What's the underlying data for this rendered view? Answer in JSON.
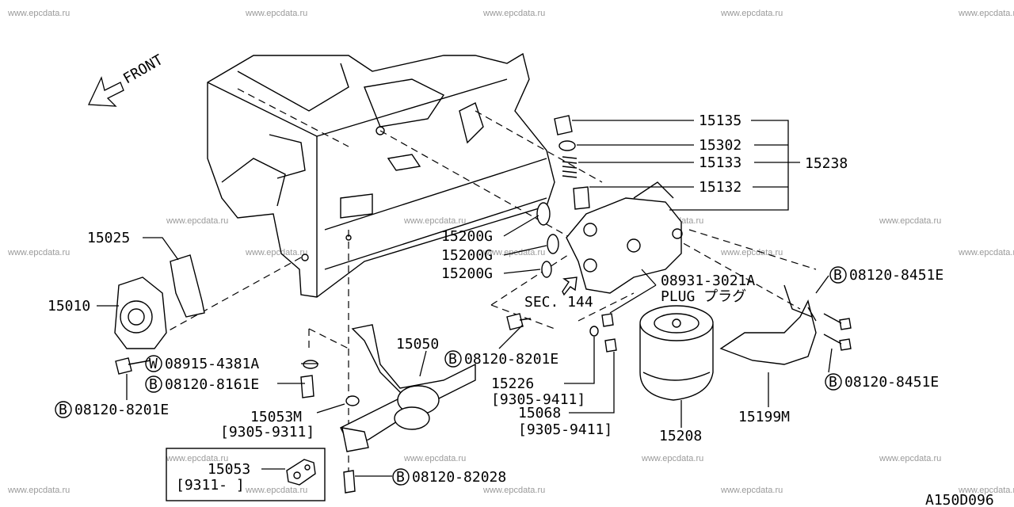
{
  "diagram": {
    "code": "A150D096",
    "front_label": "FRONT",
    "watermark": "www.epcdata.ru",
    "parts": {
      "p15135": "15135",
      "p15302": "15302",
      "p15133": "15133",
      "p15132": "15132",
      "p15238": "15238",
      "p15200a": "15200G",
      "p15200b": "15200G",
      "p15200c": "15200G",
      "p15025": "15025",
      "p15010": "15010",
      "p15050": "15050",
      "p15226": "15226",
      "p15226_range": "[9305-9411]",
      "p15068": "15068",
      "p15068_range": "[9305-9411]",
      "p15053m": "15053M",
      "p15053m_range": "[9305-9311]",
      "p15053": "15053",
      "p15053_range": "[9311-     ]",
      "p15208": "15208",
      "p15199m": "15199M",
      "sec144": "SEC. 144",
      "plug_code": "08931-3021A",
      "plug_text": "PLUG  プラグ",
      "b_8451_top": "08120-8451E",
      "b_8451_bottom": "08120-8451E",
      "b_8201_mid": "08120-8201E",
      "w_4381": "08915-4381A",
      "b_8161": "08120-8161E",
      "b_8201_left": "08120-8201E",
      "b_82028": "08120-82028"
    },
    "symbols": {
      "bolt": "B",
      "washer": "W"
    }
  }
}
